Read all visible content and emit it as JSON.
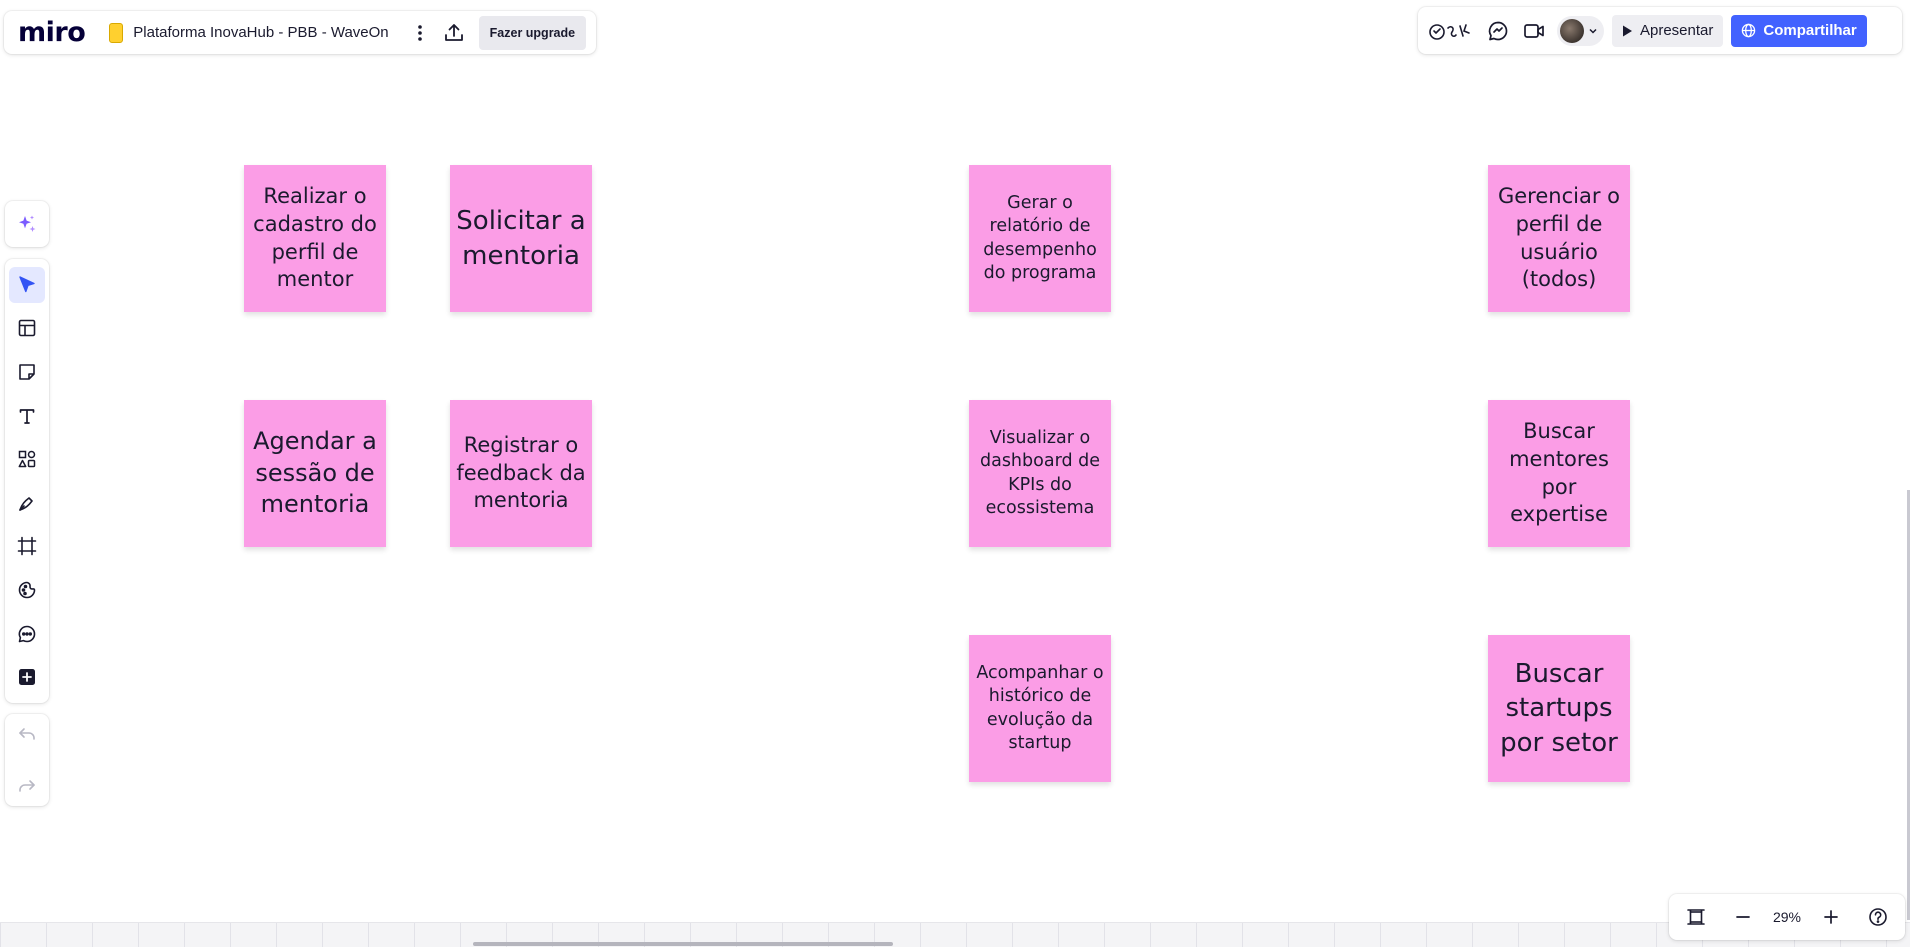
{
  "app": {
    "logo": "miro",
    "board_title": "Plataforma InovaHub - PBB - WaveOn",
    "upgrade_label": "Fazer upgrade"
  },
  "header": {
    "present_label": "Apresentar",
    "share_label": "Compartilhar"
  },
  "toolbar": {
    "tools": [
      {
        "name": "select",
        "icon": "cursor-icon"
      },
      {
        "name": "templates",
        "icon": "template-icon"
      },
      {
        "name": "sticky-note",
        "icon": "sticky-note-icon"
      },
      {
        "name": "text",
        "icon": "text-icon"
      },
      {
        "name": "shapes",
        "icon": "shapes-icon"
      },
      {
        "name": "pen",
        "icon": "pen-icon"
      },
      {
        "name": "frame",
        "icon": "frame-icon"
      },
      {
        "name": "stickers",
        "icon": "sticker-icon"
      },
      {
        "name": "comment",
        "icon": "comment-icon"
      },
      {
        "name": "more-apps",
        "icon": "plus-square-icon"
      }
    ]
  },
  "sticky_notes": [
    {
      "text": "Realizar o cadastro do perfil de mentor"
    },
    {
      "text": "Solicitar a mentoria"
    },
    {
      "text": "Gerar o relatório de desempenho do programa"
    },
    {
      "text": "Gerenciar o perfil de usuário (todos)"
    },
    {
      "text": "Agendar a sessão de mentoria"
    },
    {
      "text": "Registrar o feedback da mentoria"
    },
    {
      "text": "Visualizar o dashboard de KPIs do ecossistema"
    },
    {
      "text": "Buscar mentores por expertise"
    },
    {
      "text": "Acompanhar o histórico de evolução da startup"
    },
    {
      "text": "Buscar startups por setor"
    }
  ],
  "zoom": {
    "value": "29%"
  },
  "colors": {
    "sticky": "#fb9de6",
    "accent": "#4262ff"
  }
}
